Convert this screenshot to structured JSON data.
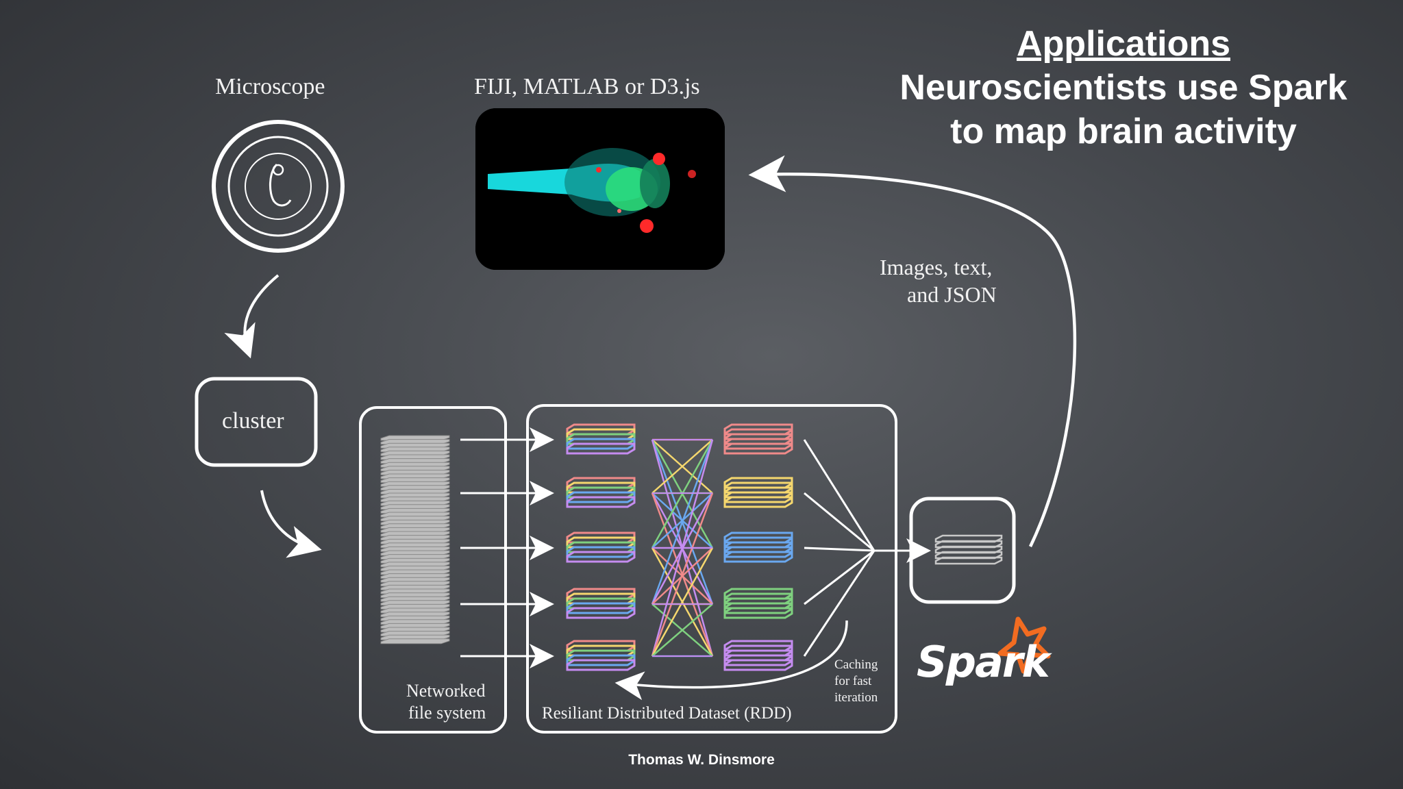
{
  "headline": {
    "title": "Applications",
    "line1": "Neuroscientists use Spark",
    "line2": "to map brain activity"
  },
  "labels": {
    "microscope": "Microscope",
    "viz_tools": "FIJI, MATLAB or D3.js",
    "cluster": "cluster",
    "output_line1": "Images, text,",
    "output_line2": "and JSON",
    "nfs_line1": "Networked",
    "nfs_line2": "file system",
    "rdd": "Resiliant Distributed Dataset (RDD)",
    "caching_line1": "Caching",
    "caching_line2": "for fast",
    "caching_line3": "iteration"
  },
  "logo": {
    "text": "Spark",
    "star_color": "#f26c21"
  },
  "credit": "Thomas W. Dinsmore",
  "colors": {
    "stack_layers": [
      "#f08a8a",
      "#f5d76e",
      "#7fd17f",
      "#6aa8f0",
      "#c58cf0"
    ],
    "row_colors": [
      "#f08a8a",
      "#f5d76e",
      "#6aa8f0",
      "#7fd17f",
      "#c58cf0"
    ],
    "brain_cyan": "#19e3e8",
    "brain_green": "#2ee07a",
    "brain_red": "#ff2a2a"
  }
}
